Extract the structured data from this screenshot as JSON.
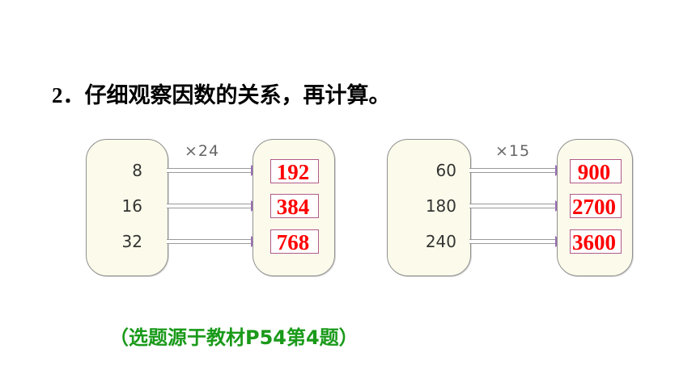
{
  "question": {
    "number": "2．",
    "text": "仔细观察因数的关系，再计算。"
  },
  "groups": [
    {
      "multiplier": "×24",
      "inputs": [
        "8",
        "16",
        "32"
      ],
      "answers": [
        "192",
        "384",
        "768"
      ]
    },
    {
      "multiplier": "×15",
      "inputs": [
        "60",
        "180",
        "240"
      ],
      "answers": [
        "900",
        "2700",
        "3600"
      ]
    }
  ],
  "source": "（选题源于教材P54第4题）",
  "colors": {
    "answer_text": "#ff0000",
    "source_text": "#1a9a1a",
    "box_fill": "#fcfbeb"
  }
}
